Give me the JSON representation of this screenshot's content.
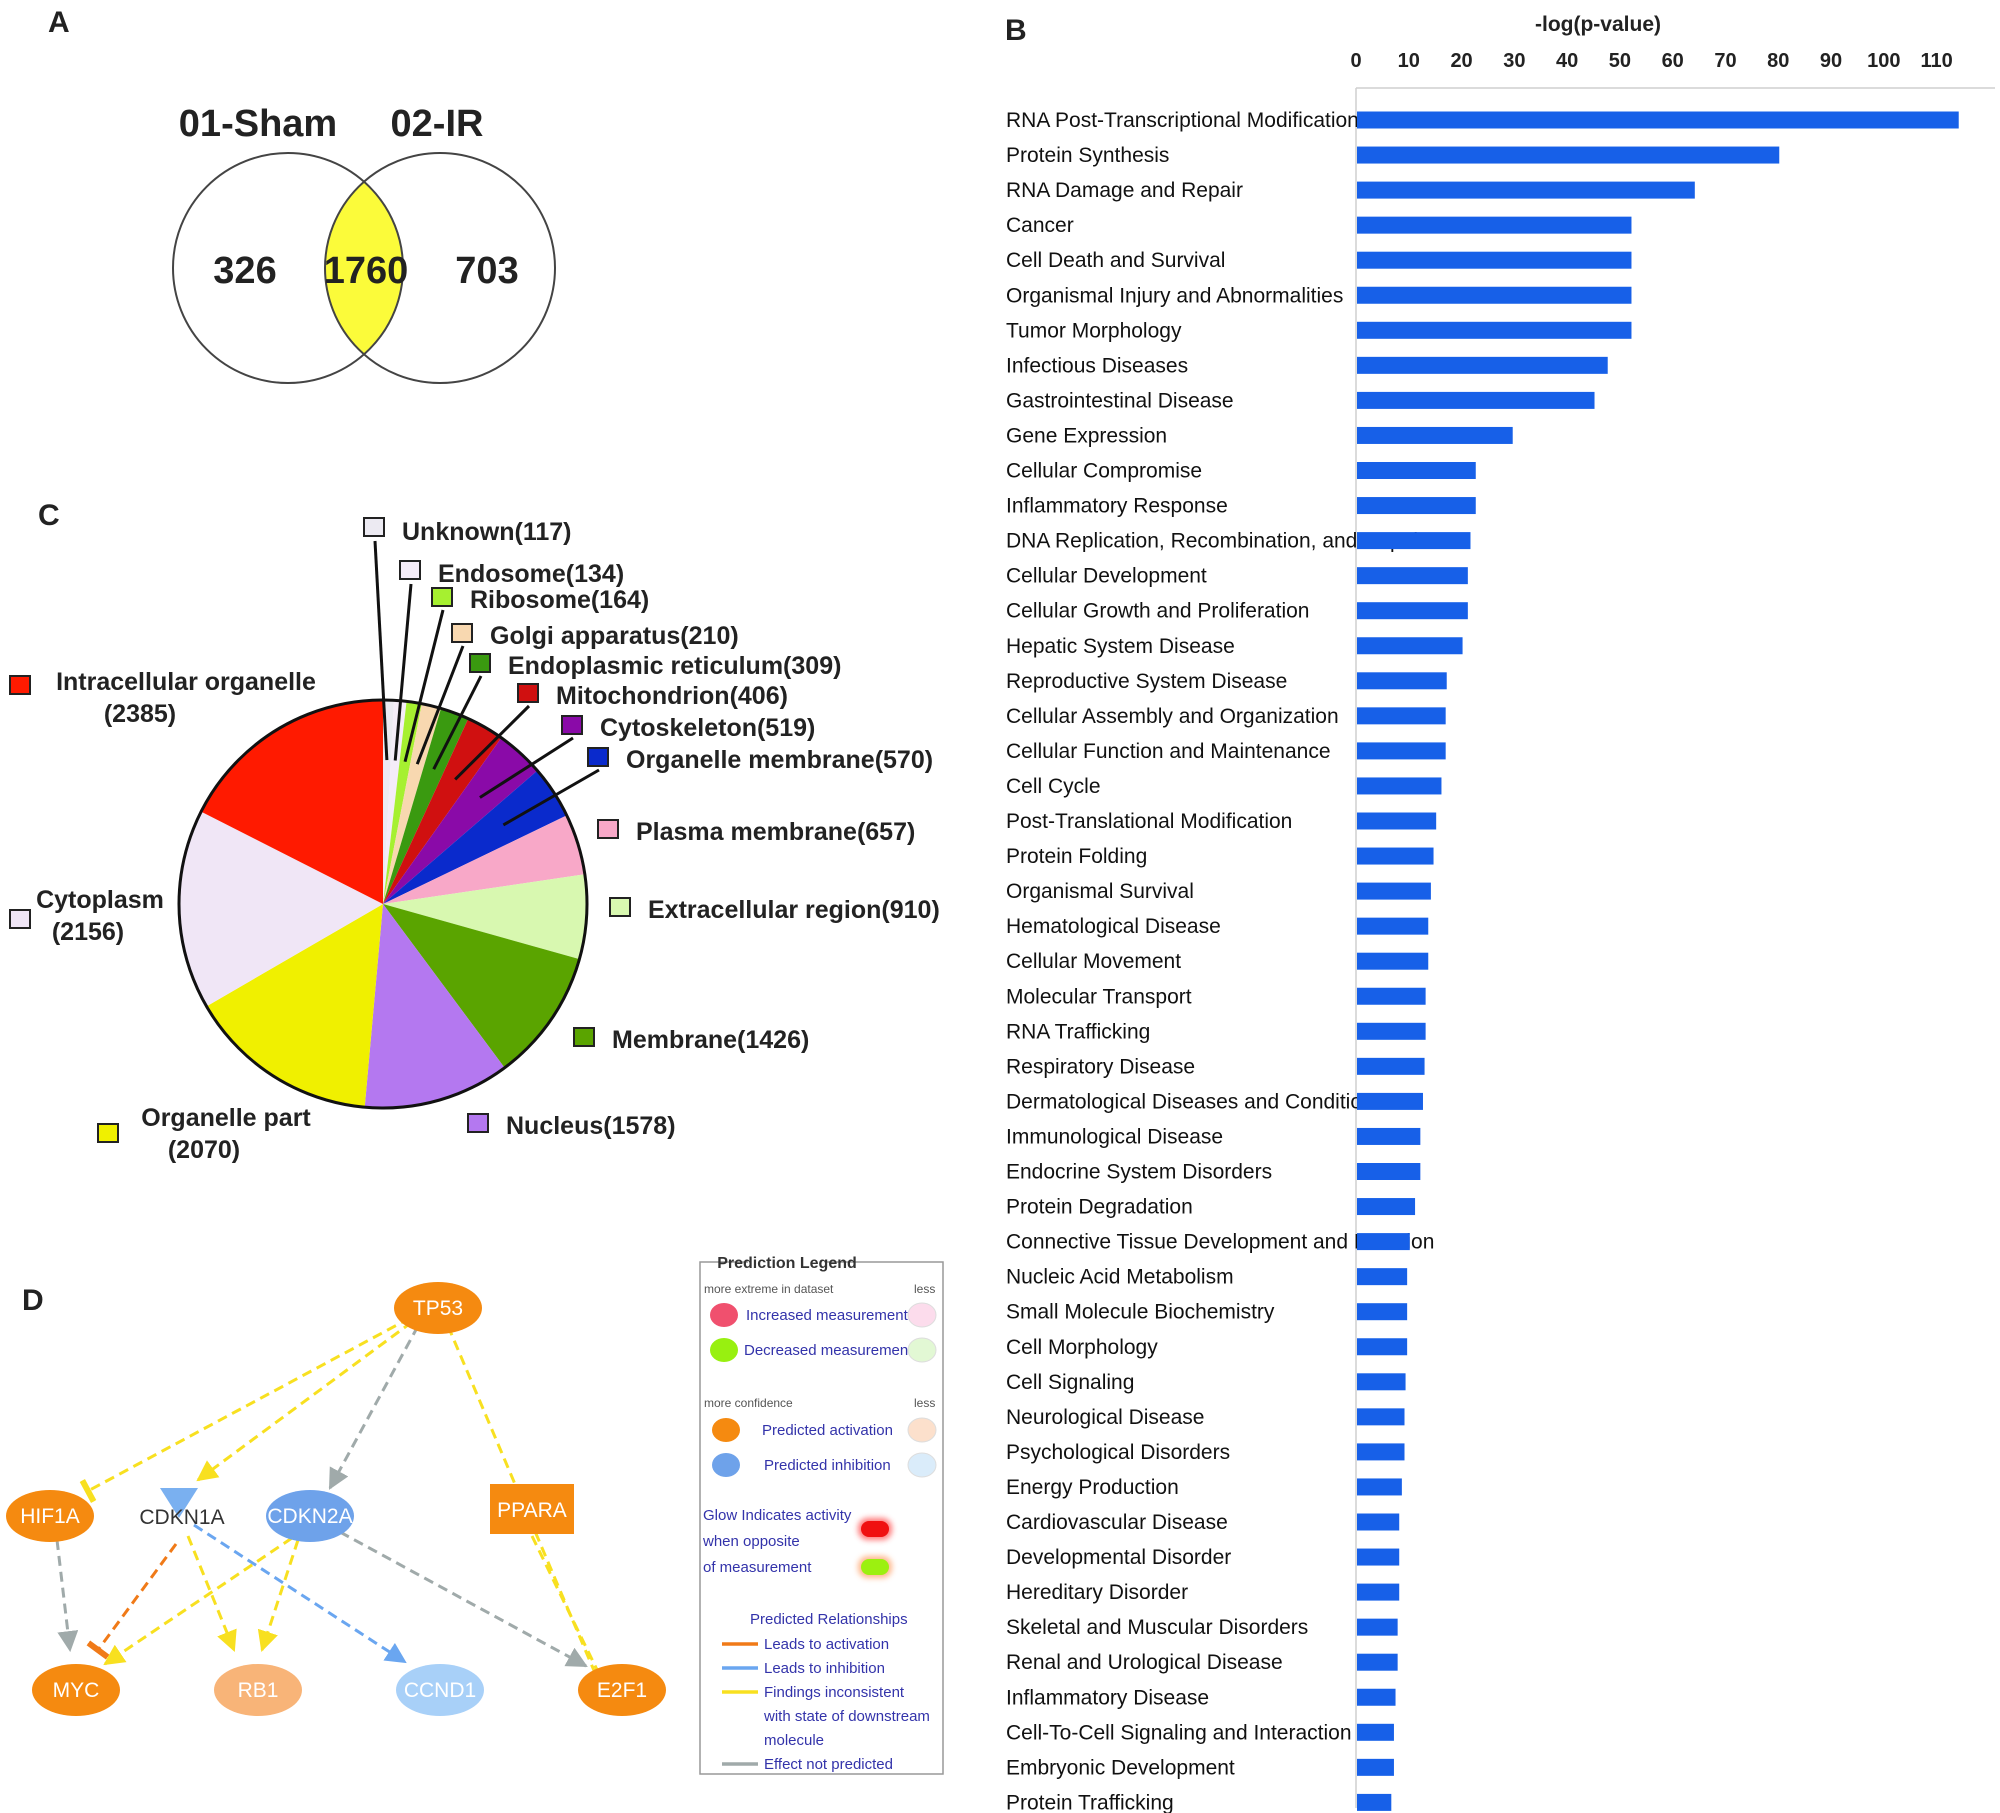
{
  "panels": {
    "a": "A",
    "b": "B",
    "c": "C",
    "d": "D"
  },
  "venn": {
    "set_a": "01-Sham",
    "set_b": "02-IR",
    "only_a": "326",
    "both": "1760",
    "only_b": "703",
    "overlap_color": "#fbfb3a"
  },
  "chart_data": [
    {
      "type": "bar",
      "orientation": "horizontal",
      "title": "",
      "xlabel": "-log(p-value)",
      "ylabel": "",
      "xlim": [
        0,
        115
      ],
      "x_tick_labels": [
        "0",
        "10",
        "20",
        "30",
        "40",
        "50",
        "60",
        "70",
        "80",
        "90",
        "100",
        "110"
      ],
      "x_tick_values": [
        0,
        10,
        20,
        30,
        40,
        50,
        60,
        70,
        80,
        90,
        100,
        110
      ],
      "axis_position": "top",
      "grid": false,
      "bar_color": "#1760e8",
      "categories": [
        "RNA Post-Transcriptional Modification",
        "Protein Synthesis",
        "RNA Damage and Repair",
        "Cancer",
        "Cell Death and Survival",
        "Organismal Injury and Abnormalities",
        "Tumor Morphology",
        "Infectious Diseases",
        "Gastrointestinal Disease",
        "Gene Expression",
        "Cellular Compromise",
        "Inflammatory Response",
        "DNA Replication, Recombination, and Repair",
        "Cellular Development",
        "Cellular Growth and Proliferation",
        "Hepatic System Disease",
        "Reproductive System Disease",
        "Cellular Assembly and Organization",
        "Cellular Function and Maintenance",
        "Cell Cycle",
        "Post-Translational Modification",
        "Protein Folding",
        "Organismal Survival",
        "Hematological Disease",
        "Cellular Movement",
        "Molecular Transport",
        "RNA Trafficking",
        "Respiratory Disease",
        "Dermatological Diseases and Conditions",
        "Immunological Disease",
        "Endocrine System Disorders",
        "Protein Degradation",
        "Connective Tissue Development and Function",
        "Nucleic Acid Metabolism",
        "Small Molecule Biochemistry",
        "Cell Morphology",
        "Cell Signaling",
        "Neurological Disease",
        "Psychological Disorders",
        "Energy Production",
        "Cardiovascular Disease",
        "Developmental Disorder",
        "Hereditary Disorder",
        "Skeletal and Muscular Disorders",
        "Renal and Urological Disease",
        "Inflammatory Disease",
        "Cell-To-Cell Signaling and Interaction",
        "Embryonic Development",
        "Protein Trafficking"
      ],
      "values": [
        114,
        80,
        64,
        52,
        52,
        52,
        52,
        47.5,
        45,
        29.5,
        22.5,
        22.5,
        21.5,
        21,
        21,
        20,
        17,
        16.8,
        16.8,
        16,
        15,
        14.5,
        14,
        13.5,
        13.5,
        13,
        13,
        12.8,
        12.5,
        12,
        12,
        11,
        10,
        9.5,
        9.5,
        9.5,
        9.2,
        9,
        9,
        8.5,
        8,
        8,
        8,
        7.7,
        7.7,
        7.3,
        7,
        7,
        6.5
      ]
    },
    {
      "type": "pie",
      "title": "",
      "slices": [
        {
          "label": "Unknown(117)",
          "value": 117,
          "color": "#eceaf2"
        },
        {
          "label": "Endosome(134)",
          "value": 134,
          "color": "#f4ecf8"
        },
        {
          "label": "Ribosome(164)",
          "value": 164,
          "color": "#a6f030"
        },
        {
          "label": "Golgi apparatus(210)",
          "value": 210,
          "color": "#f8d8b0"
        },
        {
          "label": "Endoplasmic reticulum(309)",
          "value": 309,
          "color": "#3a9a10"
        },
        {
          "label": "Mitochondrion(406)",
          "value": 406,
          "color": "#d01010"
        },
        {
          "label": "Cytoskeleton(519)",
          "value": 519,
          "color": "#8a0aa8"
        },
        {
          "label": "Organelle membrane(570)",
          "value": 570,
          "color": "#0a2acc"
        },
        {
          "label": "Plasma membrane(657)",
          "value": 657,
          "color": "#f8a8c8"
        },
        {
          "label": "Extracellular region(910)",
          "value": 910,
          "color": "#d8f8b0"
        },
        {
          "label": "Membrane(1426)",
          "value": 1426,
          "color": "#5aa400"
        },
        {
          "label": "Nucleus(1578)",
          "value": 1578,
          "color": "#b478f0"
        },
        {
          "label": "Organelle part\n(2070)",
          "value": 2070,
          "color": "#f0f000"
        },
        {
          "label": "Cytoplasm\n(2156)",
          "value": 2156,
          "color": "#f0e6f6"
        },
        {
          "label": "Intracellular organelle\n(2385)",
          "value": 2385,
          "color": "#ff1a00"
        }
      ]
    }
  ],
  "network": {
    "nodes": [
      {
        "id": "TP53",
        "label": "TP53",
        "shape": "ellipse",
        "color": "#f58a10",
        "text_color": "#ffffff"
      },
      {
        "id": "HIF1A",
        "label": "HIF1A",
        "shape": "ellipse",
        "color": "#f58a10",
        "text_color": "#ffffff"
      },
      {
        "id": "CDKN1A",
        "label": "CDKN1A",
        "shape": "triangle",
        "color": "#7ab0f0",
        "text_color": "#333333"
      },
      {
        "id": "CDKN2A",
        "label": "CDKN2A",
        "shape": "ellipse",
        "color": "#6ea2ea",
        "text_color": "#ffffff"
      },
      {
        "id": "PPARA",
        "label": "PPARA",
        "shape": "rect",
        "color": "#f58a10",
        "text_color": "#ffffff"
      },
      {
        "id": "MYC",
        "label": "MYC",
        "shape": "ellipse",
        "color": "#f58a10",
        "text_color": "#ffffff"
      },
      {
        "id": "RB1",
        "label": "RB1",
        "shape": "ellipse",
        "color": "#f8b478",
        "text_color": "#ffffff"
      },
      {
        "id": "CCND1",
        "label": "CCND1",
        "shape": "ellipse",
        "color": "#a8d0f8",
        "text_color": "#ffffff"
      },
      {
        "id": "E2F1",
        "label": "E2F1",
        "shape": "ellipse",
        "color": "#f58a10",
        "text_color": "#ffffff"
      }
    ],
    "edges": [
      {
        "from": "TP53",
        "to": "HIF1A",
        "type": "inconsistent",
        "end": "bar"
      },
      {
        "from": "TP53",
        "to": "CDKN1A",
        "type": "inconsistent",
        "end": "arrow"
      },
      {
        "from": "TP53",
        "to": "CDKN2A",
        "type": "not_predicted",
        "end": "arrow"
      },
      {
        "from": "TP53",
        "to": "E2F1",
        "type": "inconsistent",
        "end": "bar"
      },
      {
        "from": "HIF1A",
        "to": "MYC",
        "type": "not_predicted",
        "end": "arrow"
      },
      {
        "from": "CDKN1A",
        "to": "MYC",
        "type": "activation",
        "end": "bar"
      },
      {
        "from": "CDKN1A",
        "to": "RB1",
        "type": "inconsistent",
        "end": "arrow"
      },
      {
        "from": "CDKN1A",
        "to": "CCND1",
        "type": "inhibition",
        "end": "arrow"
      },
      {
        "from": "CDKN2A",
        "to": "MYC",
        "type": "inconsistent",
        "end": "arrow"
      },
      {
        "from": "CDKN2A",
        "to": "RB1",
        "type": "inconsistent",
        "end": "arrow"
      },
      {
        "from": "CDKN2A",
        "to": "E2F1",
        "type": "not_predicted",
        "end": "arrow"
      },
      {
        "from": "PPARA",
        "to": "E2F1",
        "type": "inconsistent",
        "end": "bar"
      }
    ],
    "edge_colors": {
      "activation": "#f07a18",
      "inhibition": "#6aa6f0",
      "inconsistent": "#f8e020",
      "not_predicted": "#a0aaaa"
    }
  },
  "legend": {
    "title": "Prediction Legend",
    "more_extreme": "more extreme in dataset",
    "less": "less",
    "increased": "Increased measurement",
    "decreased": "Decreased measurement",
    "more_confidence": "more confidence",
    "predicted_activation": "Predicted activation",
    "predicted_inhibition": "Predicted inhibition",
    "glow_lines": [
      "Glow Indicates activity",
      "when opposite",
      "of measurement"
    ],
    "relationships_title": "Predicted Relationships",
    "leads_activation": "Leads to activation",
    "leads_inhibition": "Leads to inhibition",
    "findings_lines": [
      "Findings inconsistent",
      "with state of downstream",
      "molecule"
    ],
    "effect_not_predicted": "Effect not predicted"
  }
}
